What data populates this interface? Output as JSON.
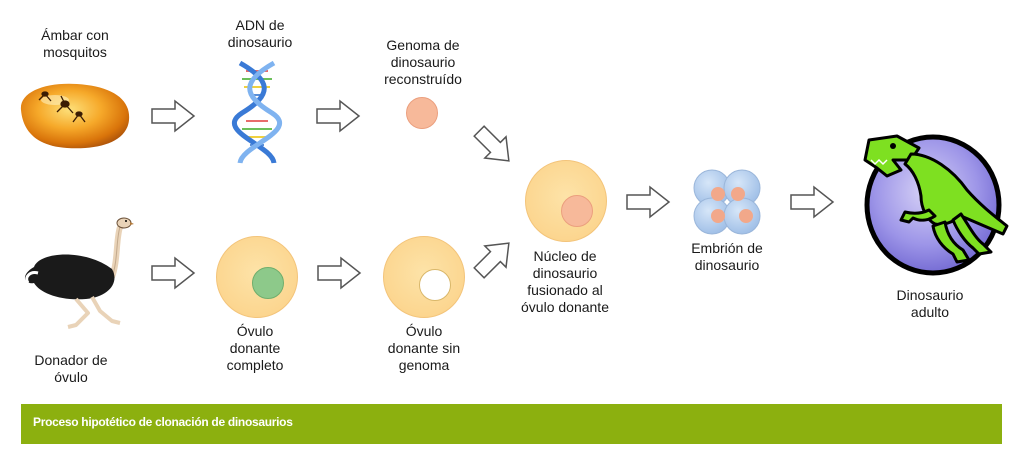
{
  "nodes": {
    "amber": "Ámbar con\nmosquitos",
    "dna": "ADN de\ndinosaurio",
    "genome": "Genoma de\ndinosaurio\nreconstruído",
    "ostrich": "Donador de\nóvulo",
    "ovum_complete": "Óvulo\ndonante\ncompleto",
    "ovum_empty": "Óvulo\ndonante sin\ngenoma",
    "fused": "Núcleo de\ndinosaurio\nfusionado al\nóvulo donante",
    "embryo": "Embrión de\ndinosaurio",
    "adult": "Dinosaurio\nadulto"
  },
  "caption": "Proceso hipotético de clonación de dinosaurios",
  "colors": {
    "caption_bar": "#8cb00f",
    "cell_fill": "#fcd690",
    "genome_nucleus": "#f7b99a",
    "complete_nucleus": "#8dc98a",
    "embryo_cell": "#a9c8ea",
    "dinosaur": "#7ee021",
    "dino_bg": "#8d84e0"
  }
}
